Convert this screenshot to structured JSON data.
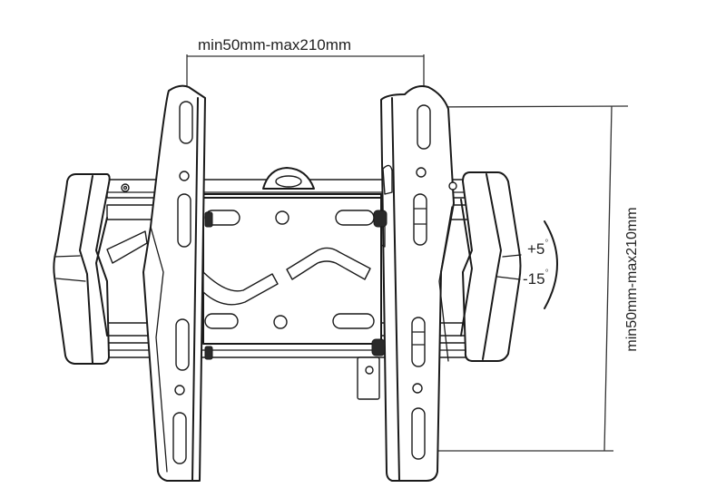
{
  "diagram": {
    "subject": "tilting TV wall mount bracket",
    "dimensions": {
      "horizontal": {
        "label": "min50mm-max210mm",
        "line_color": "#333333"
      },
      "vertical": {
        "label": "min50mm-max210mm",
        "line_color": "#333333"
      }
    },
    "tilt": {
      "up_value": "+5",
      "down_value": "-15",
      "unit_symbol": "°"
    },
    "components": [
      "left-mounting-arm",
      "right-mounting-arm",
      "wall-plate",
      "left-wall-bracket-end",
      "right-wall-bracket-end",
      "hanging-loop",
      "lock-bolt"
    ],
    "colors": {
      "background": "#ffffff",
      "line": "#1a1a1a"
    }
  }
}
